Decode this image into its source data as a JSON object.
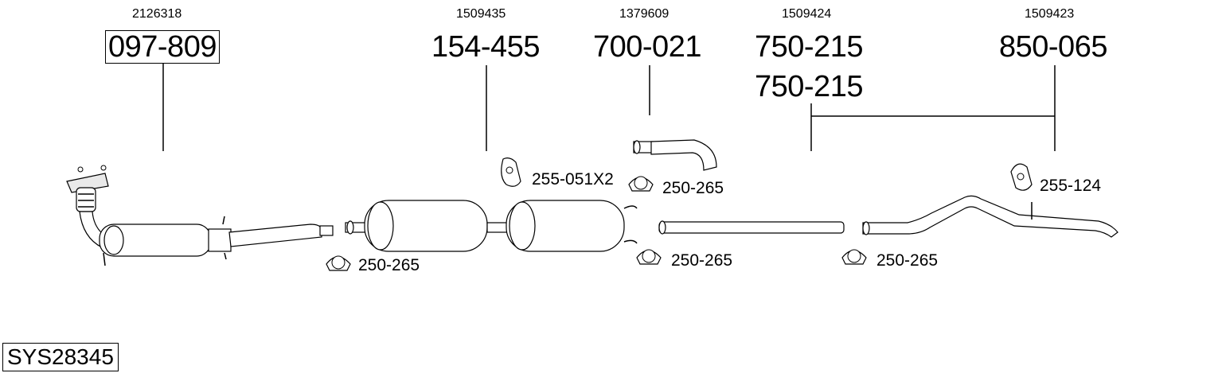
{
  "system_code": "SYS28345",
  "parts": [
    {
      "oem": "2126318",
      "part": "097-809"
    },
    {
      "oem": "1509435",
      "part": "154-455"
    },
    {
      "oem": "1379609",
      "part": "700-021"
    },
    {
      "oem": "1509424",
      "part": "750-215",
      "part_repeat": "750-215"
    },
    {
      "oem": "1509423",
      "part": "850-065"
    }
  ],
  "fittings": {
    "hanger_a": "255-051X2",
    "hanger_b": "255-124",
    "clamp_1": "250-265",
    "clamp_2": "250-265",
    "clamp_3": "250-265",
    "clamp_4": "250-265"
  }
}
